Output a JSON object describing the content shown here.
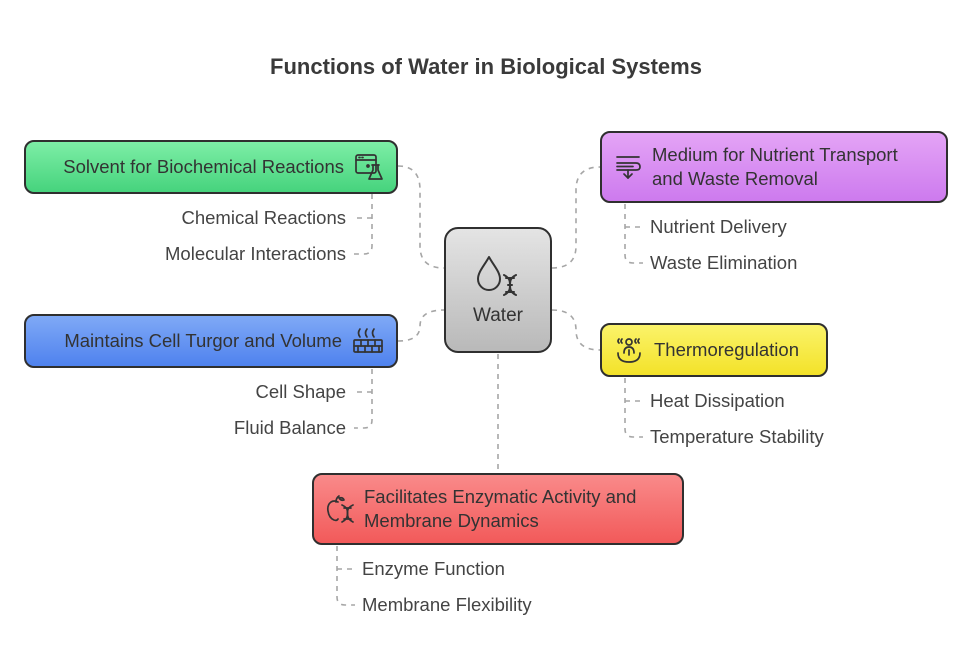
{
  "title": "Functions of Water in Biological Systems",
  "center": {
    "label": "Water",
    "icon": "water-drop-dna-icon"
  },
  "branches": [
    {
      "id": "solvent",
      "label_lines": [
        "Solvent for Biochemical Reactions"
      ],
      "icon": "chemistry-lab-icon",
      "color": "#5fe08e",
      "items": [
        "Chemical Reactions",
        "Molecular Interactions"
      ]
    },
    {
      "id": "turgor",
      "label_lines": [
        "Maintains Cell Turgor and Volume"
      ],
      "icon": "cell-tissue-icon",
      "color": "#5b8ff2",
      "items": [
        "Cell Shape",
        "Fluid Balance"
      ]
    },
    {
      "id": "transport",
      "label_lines": [
        "Medium for Nutrient Transport",
        "and Waste Removal"
      ],
      "icon": "flow-filter-icon",
      "color": "#d68cf2",
      "items": [
        "Nutrient Delivery",
        "Waste Elimination"
      ]
    },
    {
      "id": "thermo",
      "label_lines": [
        "Thermoregulation"
      ],
      "icon": "thermoregulation-icon",
      "color": "#f7ea3c",
      "items": [
        "Heat Dissipation",
        "Temperature Stability"
      ]
    },
    {
      "id": "enzymatic",
      "label_lines": [
        "Facilitates Enzymatic Activity and",
        "Membrane Dynamics"
      ],
      "icon": "apple-dna-icon",
      "color": "#f56b6b",
      "items": [
        "Enzyme Function",
        "Membrane Flexibility"
      ]
    }
  ]
}
